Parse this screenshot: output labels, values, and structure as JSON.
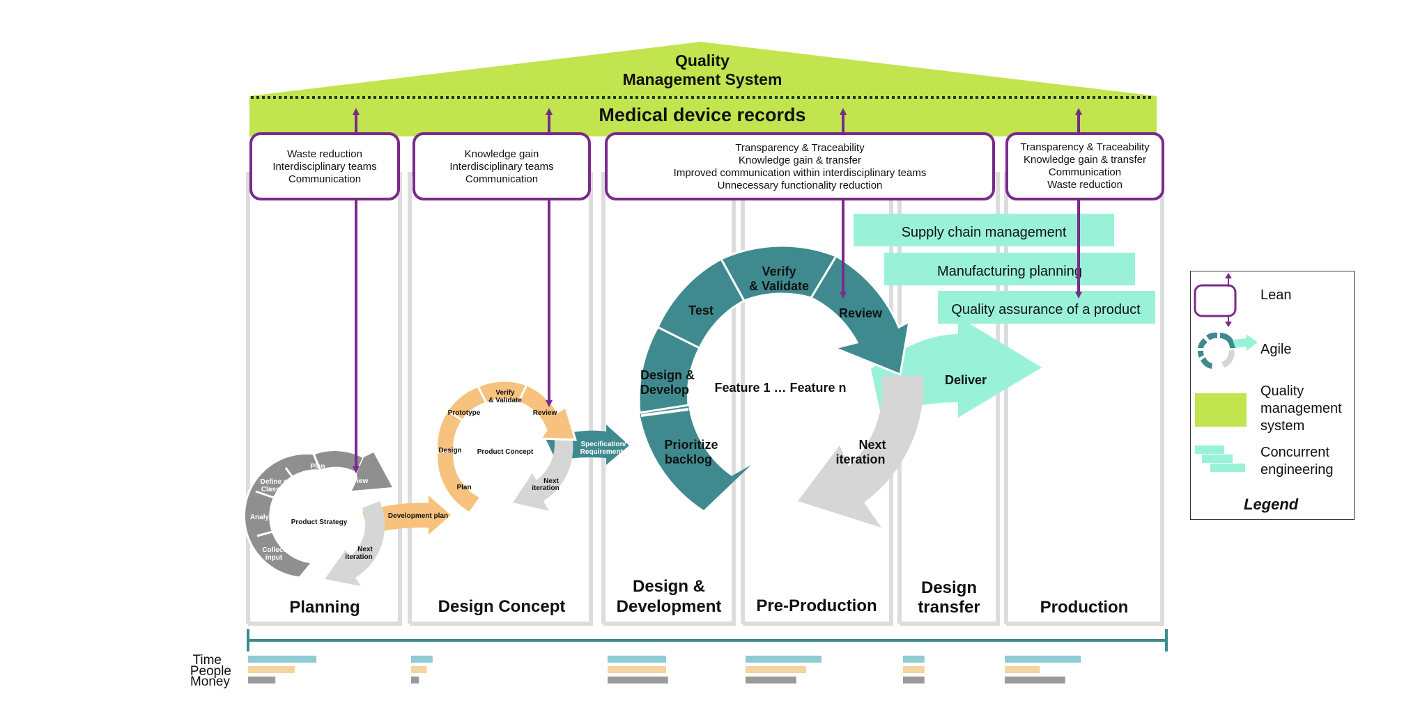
{
  "roof": {
    "title_line1": "Quality",
    "title_line2": "Management System",
    "records": "Medical device records",
    "color": "#c2e44e"
  },
  "phases": [
    {
      "name_line1": "Planning",
      "name_line2": ""
    },
    {
      "name_line1": "Design Concept",
      "name_line2": ""
    },
    {
      "name_line1": "Design &",
      "name_line2": "Development"
    },
    {
      "name_line1": "Pre-Production",
      "name_line2": ""
    },
    {
      "name_line1": "Design",
      "name_line2": "transfer"
    },
    {
      "name_line1": "Production",
      "name_line2": ""
    }
  ],
  "lean_boxes": [
    {
      "lines": [
        "Waste reduction",
        "Interdisciplinary teams",
        "Communication"
      ]
    },
    {
      "lines": [
        "Knowledge gain",
        "Interdisciplinary teams",
        "Communication"
      ]
    },
    {
      "lines": [
        "Transparency & Traceability",
        "Knowledge gain & transfer",
        "Improved communication within interdisciplinary teams",
        "Unnecessary functionality reduction"
      ]
    },
    {
      "lines": [
        "Transparency & Traceability",
        "Knowledge gain & transfer",
        "Communication",
        "Waste reduction"
      ]
    }
  ],
  "concurrent": [
    "Supply chain management",
    "Manufacturing planning",
    "Quality assurance of a product"
  ],
  "cycle_small": {
    "center": "Product Strategy",
    "segments": [
      "Collect input",
      "Analyse",
      "Define scope/ Classify",
      "Plan",
      "Review"
    ],
    "next": "Next iteration",
    "arrow": "Development plan"
  },
  "cycle_medium": {
    "center": "Product Concept",
    "segments": [
      "Plan",
      "Design",
      "Prototype",
      "Verify & Validate",
      "Review"
    ],
    "next": "Next iteration",
    "arrow": "Specification/ Requirements"
  },
  "cycle_large": {
    "center": "Feature 1 … Feature n",
    "segments": [
      "Prioritize backlog",
      "Design & Develop",
      "Test",
      "Verify & Validate",
      "Review"
    ],
    "next": "Next iteration",
    "arrow": "Deliver"
  },
  "resources": {
    "labels": [
      "Time",
      "People",
      "Money"
    ],
    "colors": [
      "#8ecbd2",
      "#f5d39c",
      "#9a9a9a"
    ],
    "values": [
      [
        0.35,
        0.24,
        0.14
      ],
      [
        0.11,
        0.08,
        0.04
      ],
      [
        0.3,
        0.3,
        0.31
      ],
      [
        0.39,
        0.31,
        0.26
      ],
      [
        0.11,
        0.11,
        0.11
      ],
      [
        0.39,
        0.18,
        0.31
      ]
    ]
  },
  "legend": {
    "lean": "Lean",
    "agile": "Agile",
    "qms_lines": [
      "Quality",
      "management",
      "system"
    ],
    "ce_lines": [
      "Concurrent",
      "engineering"
    ],
    "title": "Legend"
  },
  "colors": {
    "lean": "#7a2a8c",
    "agile": "#3f8a8f",
    "concurrent": "#99f2d8",
    "orange": "#f6c27d",
    "gray_dark": "#8f8f8f",
    "gray_light": "#d6d6d6",
    "timeline": "#3f8a8f"
  }
}
